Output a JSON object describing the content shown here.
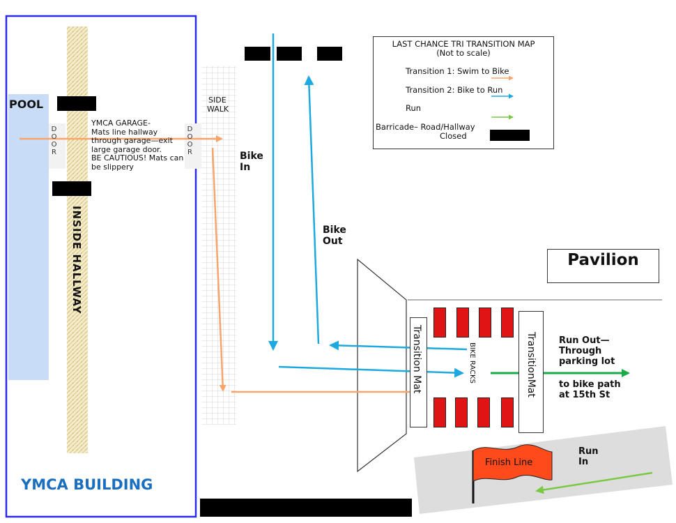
{
  "legend": {
    "title": "LAST CHANCE TRI TRANSITION MAP",
    "subtitle": "(Not to scale)",
    "items": [
      {
        "label": "Transition 1: Swim to Bike",
        "color": "#f9a46a"
      },
      {
        "label": "Transition 2: Bike to Run",
        "color": "#1ea8e0"
      },
      {
        "label": "Run",
        "color": "#7ac943"
      }
    ],
    "barricade_label_1": "Barricade– Road/Hallway",
    "barricade_label_2": "Closed"
  },
  "labels": {
    "pool": "POOL",
    "door": "DOOR",
    "garage_text": "YMCA GARAGE-\nMats line hallway through garage—exit large garage door.\nBE CAUTIOUS!  Mats can be slippery",
    "inside_hallway": "INSIDE HALLWAY",
    "ymca_building": "YMCA BUILDING",
    "side_walk_1": "SIDE",
    "side_walk_2": "WALK",
    "bike_in_1": "Bike",
    "bike_in_2": "In",
    "bike_out_1": "Bike",
    "bike_out_2": "Out",
    "pavilion": "Pavilion",
    "transition_mat_left": "Transition Mat",
    "transition_mat_right": "TransitionMat",
    "bike_racks": "BIKE RACKS",
    "run_out": "Run Out—\nThrough\nparking lot",
    "to_bike_path": "to bike path\nat 15th St",
    "finish_line": "Finish  Line",
    "run_in_1": "Run",
    "run_in_2": "In"
  },
  "colors": {
    "swim_to_bike": "#f9a46a",
    "bike_to_run": "#1ea8e0",
    "run_out": "#1aaa4a",
    "run_in": "#7ac943",
    "pool": "#c9dcf7",
    "building_border": "#2a2ae6",
    "ymca_text": "#1a6fbf",
    "rack": "#e01414",
    "flag": "#ff4a1c",
    "finish_area": "#dddddd"
  },
  "icons": {
    "hallway_pattern": "hatched-strip",
    "sidewalk_pattern": "grid",
    "finish_flag": "flag-icon"
  }
}
